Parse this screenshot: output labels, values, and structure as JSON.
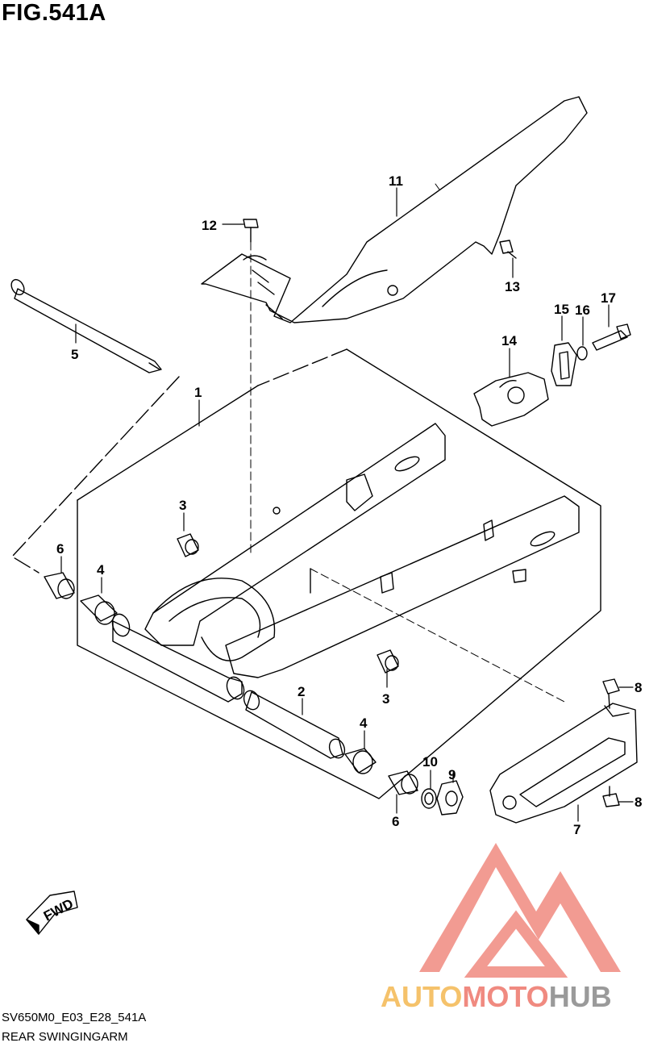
{
  "figure": {
    "title": "FIG.541A",
    "code": "SV650M0_E03_E28_541A",
    "caption": "REAR SWINGINGARM"
  },
  "direction_label": "FWD",
  "watermark": {
    "text_part1": "AUTO",
    "text_part2": "MOTO",
    "text_part3": "HUB",
    "colors": {
      "auto": "#f5c26b",
      "moto": "#f08a80",
      "hub": "#9a9a9a",
      "logo": "#f08a80"
    }
  },
  "callouts": [
    {
      "id": "1",
      "label": "1"
    },
    {
      "id": "2",
      "label": "2"
    },
    {
      "id": "3a",
      "label": "3"
    },
    {
      "id": "3b",
      "label": "3"
    },
    {
      "id": "4a",
      "label": "4"
    },
    {
      "id": "4b",
      "label": "4"
    },
    {
      "id": "5",
      "label": "5"
    },
    {
      "id": "6a",
      "label": "6"
    },
    {
      "id": "6b",
      "label": "6"
    },
    {
      "id": "7",
      "label": "7"
    },
    {
      "id": "8a",
      "label": "8"
    },
    {
      "id": "8b",
      "label": "8"
    },
    {
      "id": "9",
      "label": "9"
    },
    {
      "id": "10",
      "label": "10"
    },
    {
      "id": "11",
      "label": "11"
    },
    {
      "id": "12",
      "label": "12"
    },
    {
      "id": "13",
      "label": "13"
    },
    {
      "id": "14",
      "label": "14"
    },
    {
      "id": "15",
      "label": "15"
    },
    {
      "id": "16",
      "label": "16"
    },
    {
      "id": "17",
      "label": "17"
    }
  ]
}
